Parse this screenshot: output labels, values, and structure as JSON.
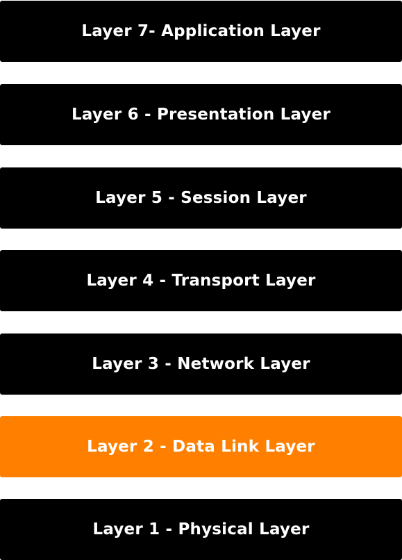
{
  "layers": [
    {
      "label": "Layer 7- Application Layer",
      "color": "#000000"
    },
    {
      "label": "Layer 6 - Presentation Layer",
      "color": "#000000"
    },
    {
      "label": "Layer 5 - Session Layer",
      "color": "#000000"
    },
    {
      "label": "Layer 4 - Transport Layer",
      "color": "#000000"
    },
    {
      "label": "Layer 3 - Network Layer",
      "color": "#000000"
    },
    {
      "label": "Layer 2 - Data Link Layer",
      "color": "#ff8000"
    },
    {
      "label": "Layer 1 - Physical Layer",
      "color": "#000000"
    }
  ]
}
